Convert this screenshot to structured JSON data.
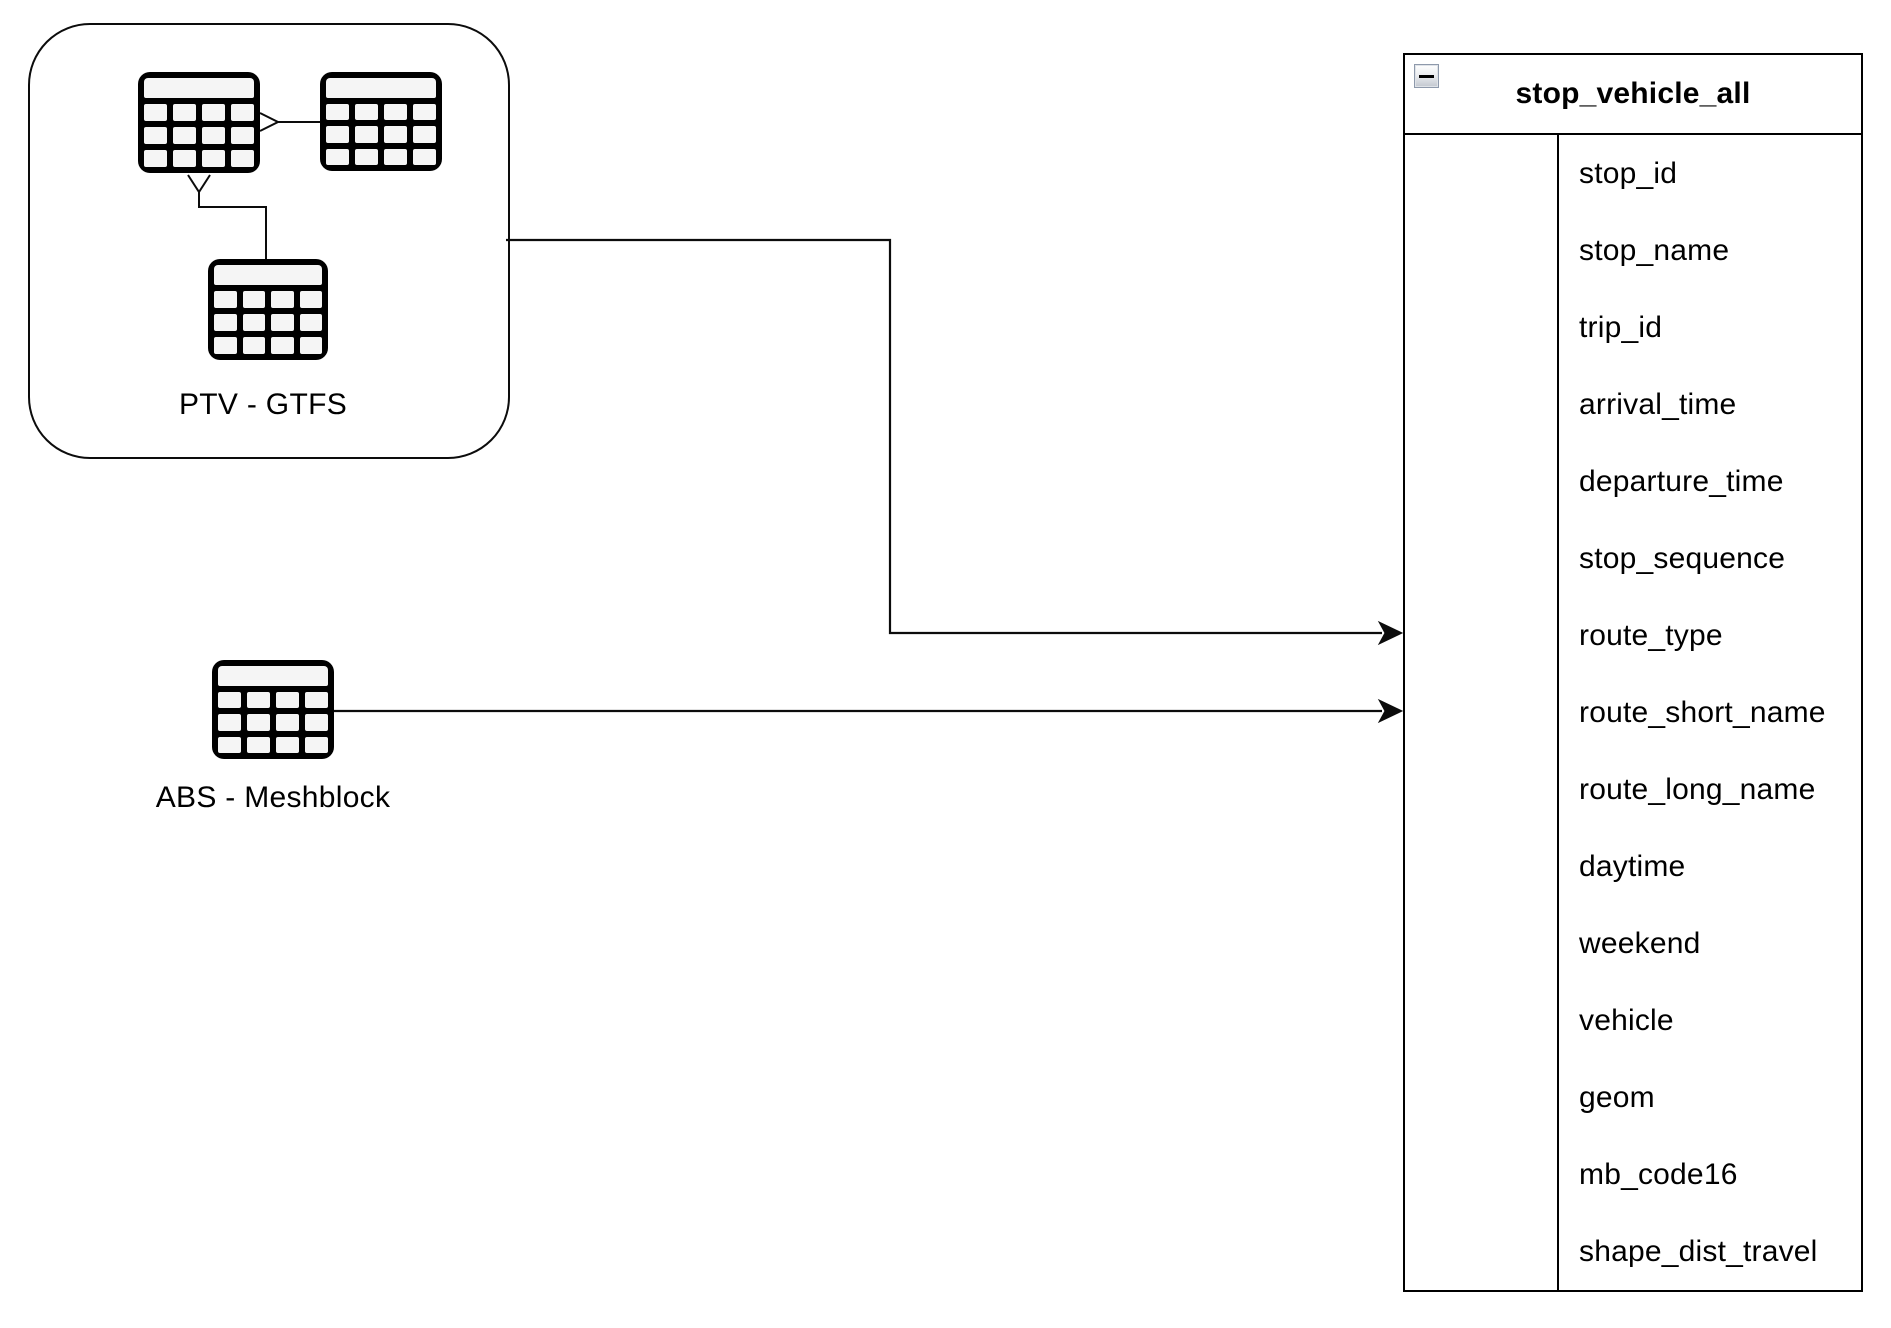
{
  "canvas": {
    "background": "#ffffff",
    "line_color": "#000000",
    "icon_cell_fill": "#f5f5f5"
  },
  "groups": {
    "ptv_gtfs": {
      "label": "PTV - GTFS"
    },
    "abs_meshblock": {
      "label": "ABS - Meshblock"
    }
  },
  "entity": {
    "title": "stop_vehicle_all",
    "fields": [
      "stop_id",
      "stop_name",
      "trip_id",
      "arrival_time",
      "departure_time",
      "stop_sequence",
      "route_type",
      "route_short_name",
      "route_long_name",
      "daytime",
      "weekend",
      "vehicle",
      "geom",
      "mb_code16",
      "shape_dist_travel"
    ]
  },
  "icons": {
    "table": "table-grid-icon",
    "collapse": "minus-icon",
    "arrow": "filled-arrowhead-right",
    "crow_foot": "er-many-fork"
  }
}
